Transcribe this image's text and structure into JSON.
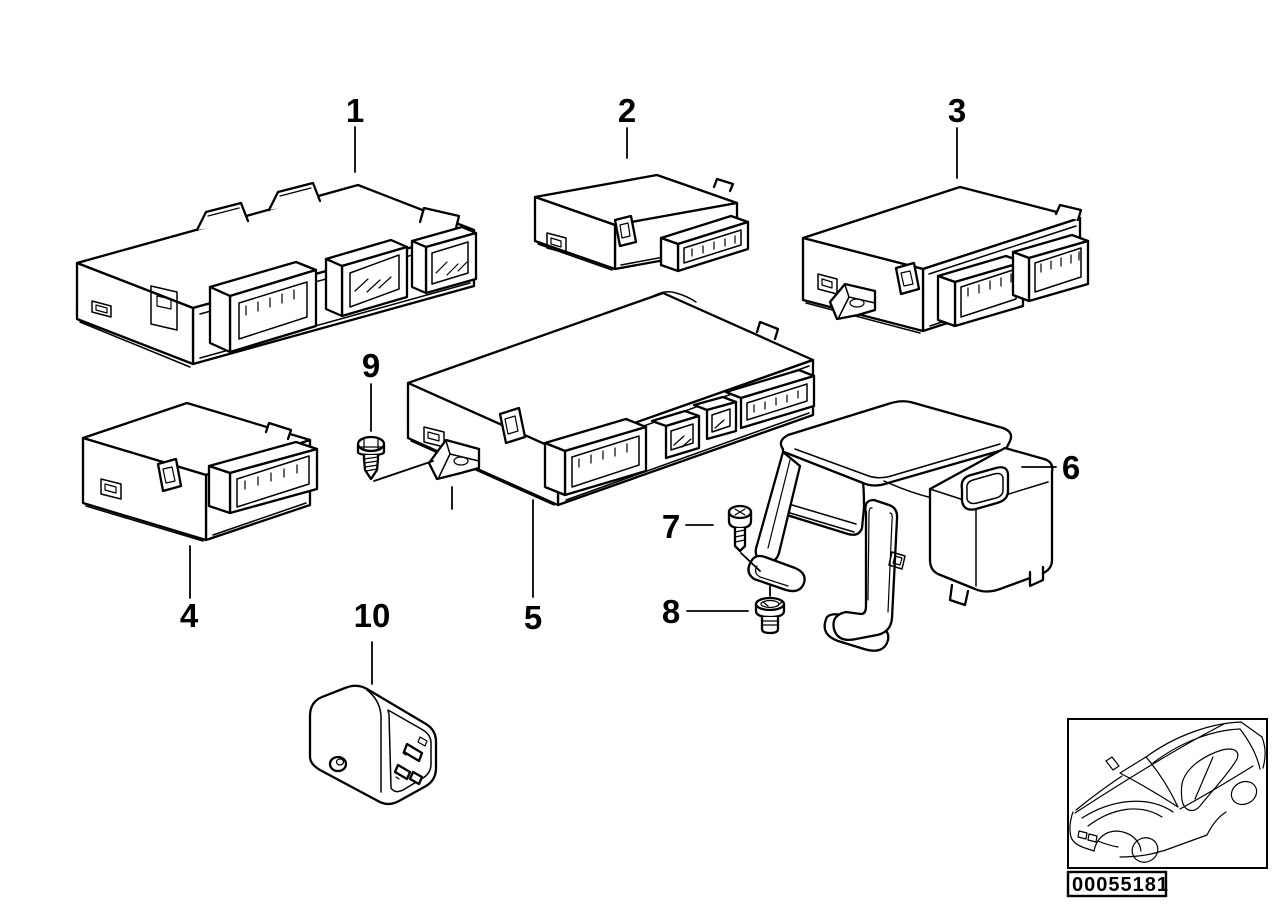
{
  "colors": {
    "background": "#ffffff",
    "line": "#000000"
  },
  "callouts": [
    {
      "label": "1"
    },
    {
      "label": "2"
    },
    {
      "label": "3"
    },
    {
      "label": "4"
    },
    {
      "label": "5"
    },
    {
      "label": "6"
    },
    {
      "label": "7"
    },
    {
      "label": "8"
    },
    {
      "label": "9"
    },
    {
      "label": "10"
    }
  ],
  "inset": {
    "image_number": "00055181",
    "car_icon": "bmw-coupe-outline-icon"
  }
}
